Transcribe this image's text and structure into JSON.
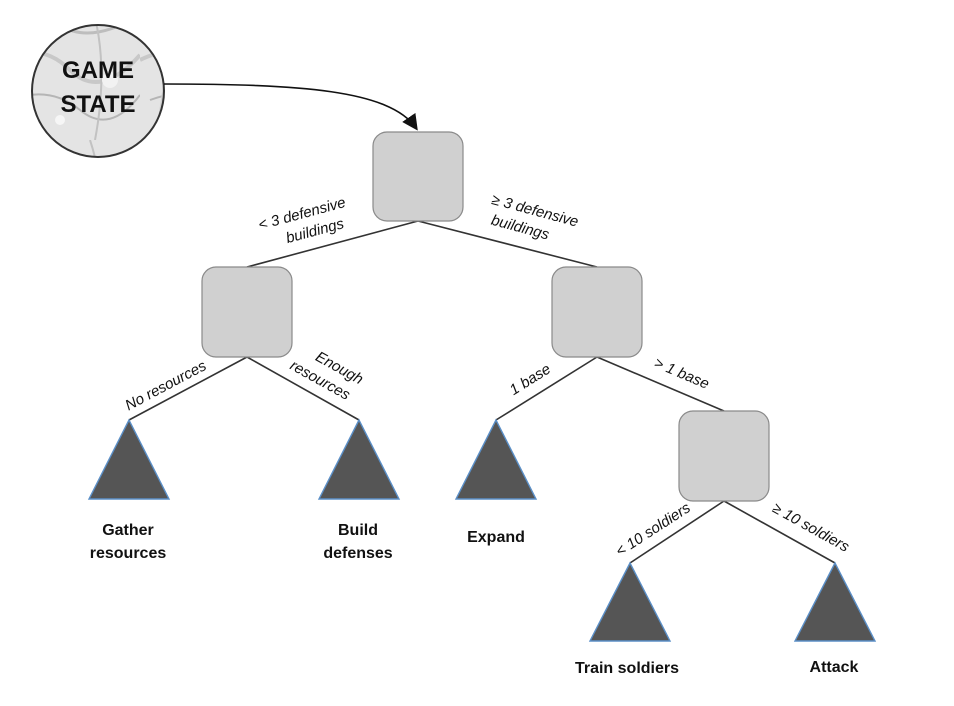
{
  "game_state": {
    "line1": "GAME",
    "line2": "STATE"
  },
  "edges": {
    "root_left": {
      "line1": "< 3 defensive",
      "line2": "buildings"
    },
    "root_right": {
      "line1": "≥ 3 defensive",
      "line2": "buildings"
    },
    "left_left": {
      "line1": "No resources"
    },
    "left_right": {
      "line1": "Enough",
      "line2": "resources"
    },
    "right_left": {
      "line1": "1 base"
    },
    "right_right": {
      "line1": "> 1 base"
    },
    "rr_left": {
      "line1": "< 10 soldiers"
    },
    "rr_right": {
      "line1": "≥ 10 soldiers"
    }
  },
  "leaves": {
    "gather": {
      "line1": "Gather",
      "line2": "resources"
    },
    "build": {
      "line1": "Build",
      "line2": "defenses"
    },
    "expand": {
      "line1": "Expand"
    },
    "train": {
      "line1": "Train soldiers"
    },
    "attack": {
      "line1": "Attack"
    }
  }
}
